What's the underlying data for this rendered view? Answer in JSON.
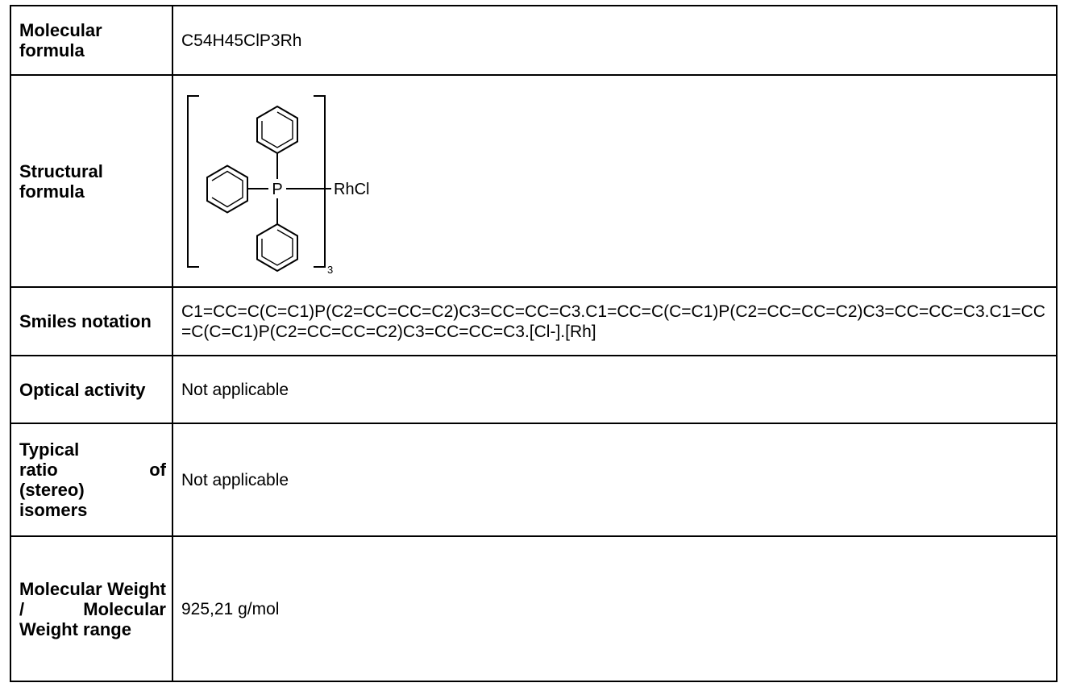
{
  "rows": [
    {
      "label": "Molecular formula",
      "value": "C54H45ClP3Rh"
    },
    {
      "label": "Structural formula",
      "structure": {
        "atom_p": "P",
        "substituent": "RhCl",
        "subscript": "3"
      }
    },
    {
      "label": "Smiles notation",
      "value": "C1=CC=C(C=C1)P(C2=CC=CC=C2)C3=CC=CC=C3.C1=CC=C(C=C1)P(C2=CC=CC=C2)C3=CC=CC=C3.C1=CC=C(C=C1)P(C2=CC=CC=C2)C3=CC=CC=C3.[Cl-].[Rh]"
    },
    {
      "label": "Optical activity",
      "value": "Not applicable"
    },
    {
      "label_lines": [
        "Typical",
        "ratio",
        "of",
        "(stereo)",
        "isomers"
      ],
      "value": "Not applicable"
    },
    {
      "label": "Molecular Weight / Molecular Weight range",
      "value": "925,21 g/mol"
    }
  ]
}
